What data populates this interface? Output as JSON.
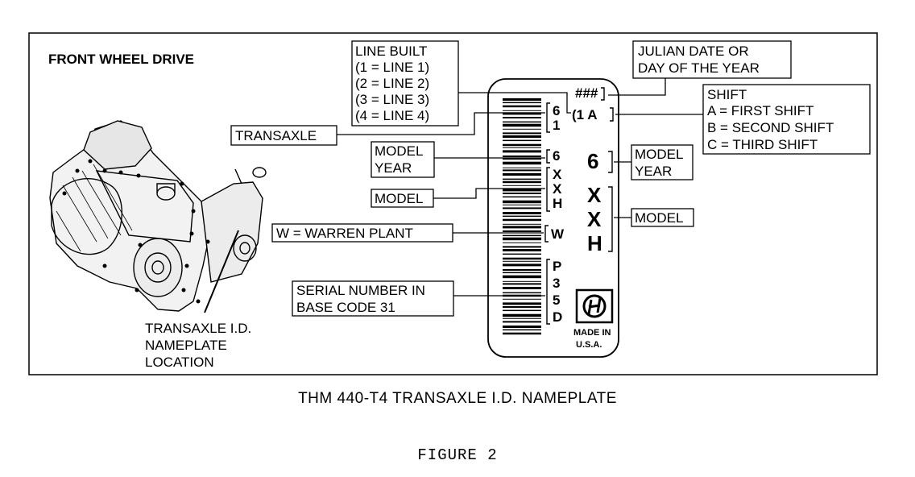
{
  "title": "FRONT WHEEL DRIVE",
  "location_label": [
    "TRANSAXLE I.D.",
    "NAMEPLATE",
    "LOCATION"
  ],
  "callouts": {
    "line_built": [
      "LINE BUILT",
      "(1 = LINE 1)",
      "(2 = LINE 2)",
      "(3 = LINE 3)",
      "(4 = LINE 4)"
    ],
    "julian_date": [
      "JULIAN DATE OR",
      "DAY OF THE YEAR"
    ],
    "shift": [
      "SHIFT",
      "A = FIRST SHIFT",
      "B = SECOND SHIFT",
      "C = THIRD SHIFT"
    ],
    "transaxle": "TRANSAXLE",
    "model_year_left": [
      "MODEL",
      "YEAR"
    ],
    "model_left": "MODEL",
    "warren_plant": "W = WARREN PLANT",
    "serial_number": [
      "SERIAL NUMBER IN",
      "BASE CODE 31"
    ],
    "model_year_right": [
      "MODEL",
      "YEAR"
    ],
    "model_right": "MODEL"
  },
  "nameplate": {
    "julian": "###",
    "line_shift": "(1 A",
    "small_column": [
      "6",
      "1",
      "6",
      "X",
      "X",
      "H",
      "W",
      "P",
      "3",
      "5",
      "D"
    ],
    "year_big": "6",
    "model_big": [
      "X",
      "X",
      "H"
    ],
    "made_in": [
      "MADE IN",
      "U.S.A."
    ]
  },
  "captions": {
    "nameplate": "THM 440-T4 TRANSAXLE I.D. NAMEPLATE",
    "figure": "FIGURE 2"
  }
}
